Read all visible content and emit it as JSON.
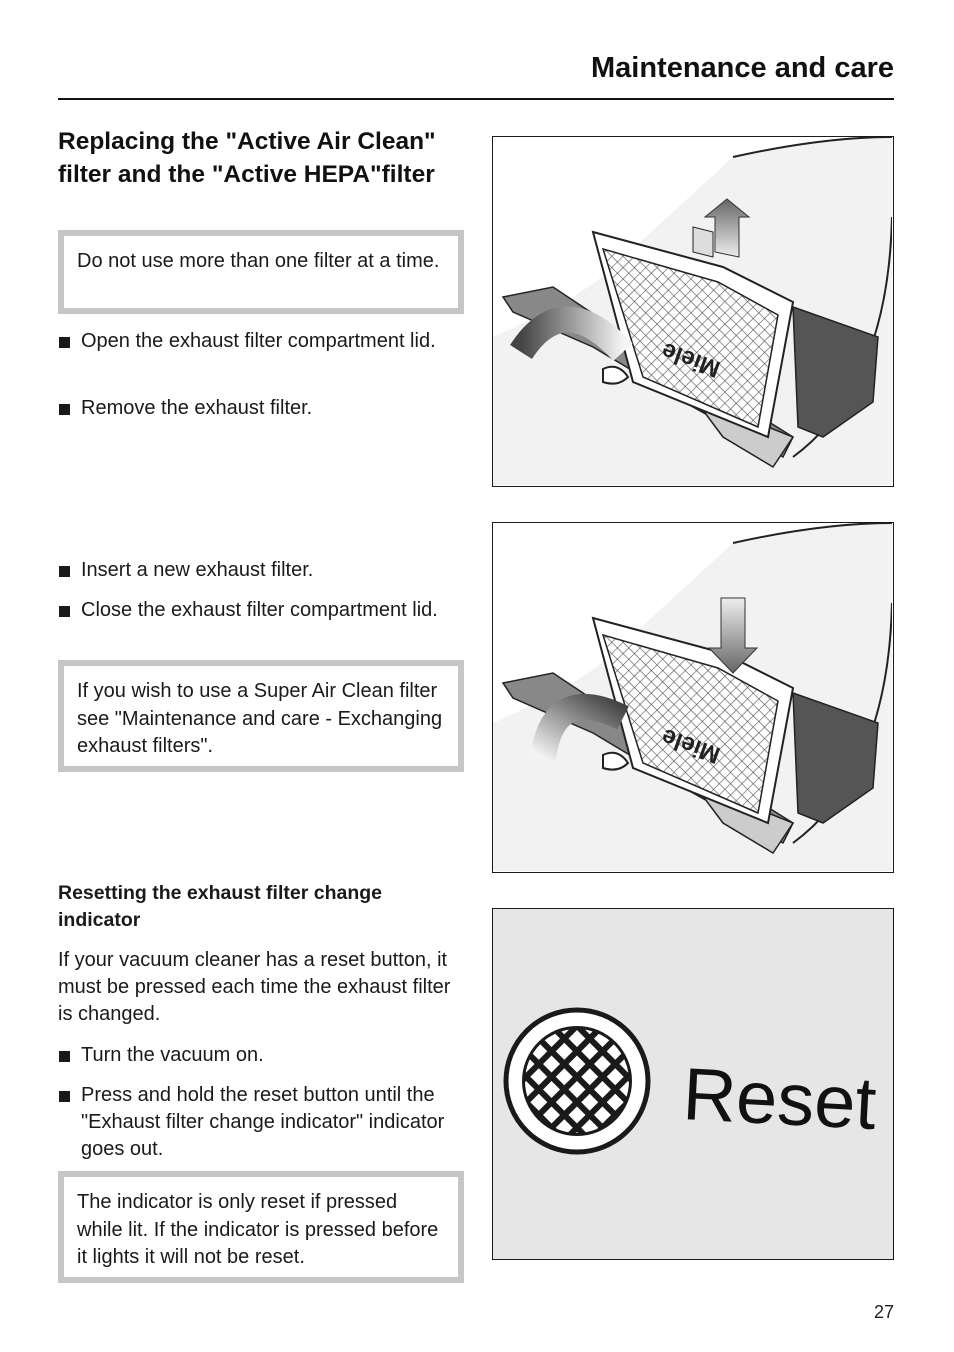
{
  "header": {
    "title": "Maintenance and care"
  },
  "section": {
    "title": "Replacing the \"Active Air Clean\" filter and the \"Active HEPA\"filter"
  },
  "notes": [
    "Do not use more than one filter at a time.",
    "If you wish to use a Super Air Clean filter see \"Maintenance and care - Exchanging exhaust filters\".",
    "The indicator is only reset if pressed while lit. If the indicator is pressed before it lights it will not be reset."
  ],
  "steps_remove": [
    "Open the exhaust filter compartment lid.",
    "Remove the exhaust filter."
  ],
  "steps_insert": [
    "Insert a new exhaust filter.",
    "Close the exhaust filter compartment lid."
  ],
  "reset_section": {
    "heading": "Resetting the exhaust filter change indicator",
    "intro": "If your vacuum cleaner has a reset button, it must be pressed each time the exhaust filter is changed.",
    "steps": [
      "Turn the vacuum on.",
      "Press and hold the reset button until the \"Exhaust filter change indicator\" indicator goes out."
    ]
  },
  "figures": {
    "filter_brand": "Miele",
    "reset_label": "Reset"
  },
  "page_number": "27"
}
